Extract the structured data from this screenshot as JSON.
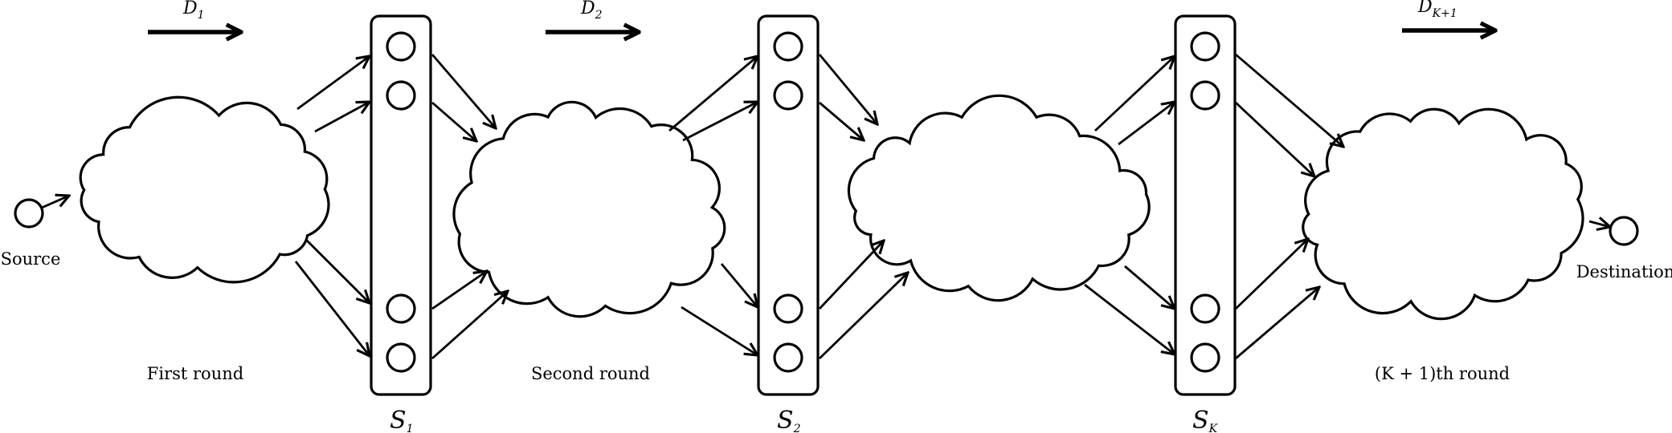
{
  "labels": {
    "source": "Source",
    "destination": "Destination"
  },
  "rounds": [
    {
      "caption": "First round"
    },
    {
      "caption": "Second round"
    },
    {
      "caption": "(K + 1)th round"
    }
  ],
  "distances": [
    {
      "symbol": "D",
      "sub": "1"
    },
    {
      "symbol": "D",
      "sub": "2"
    },
    {
      "symbol": "D",
      "sub": "K+1"
    }
  ],
  "relay_sets": [
    {
      "symbol": "S",
      "sub": "1"
    },
    {
      "symbol": "S",
      "sub": "2"
    },
    {
      "symbol": "S",
      "sub": "K"
    }
  ]
}
